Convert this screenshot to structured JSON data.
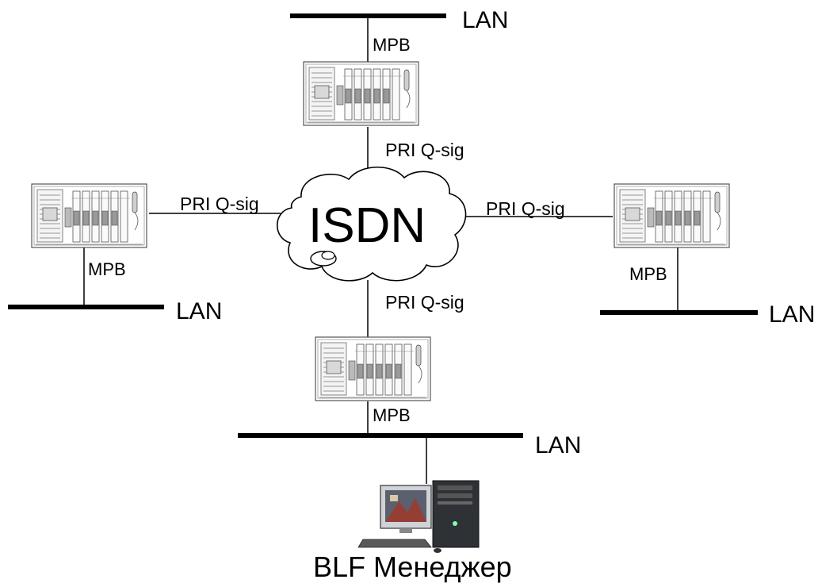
{
  "cloud_label": "ISDN",
  "labels": {
    "lan": "LAN",
    "mpb": "MPB",
    "pri": "PRI Q-sig"
  },
  "caption": "BLF Менеджер",
  "icons": {
    "pbx": "pbx-rack-icon",
    "computer": "workstation-computer-icon"
  }
}
